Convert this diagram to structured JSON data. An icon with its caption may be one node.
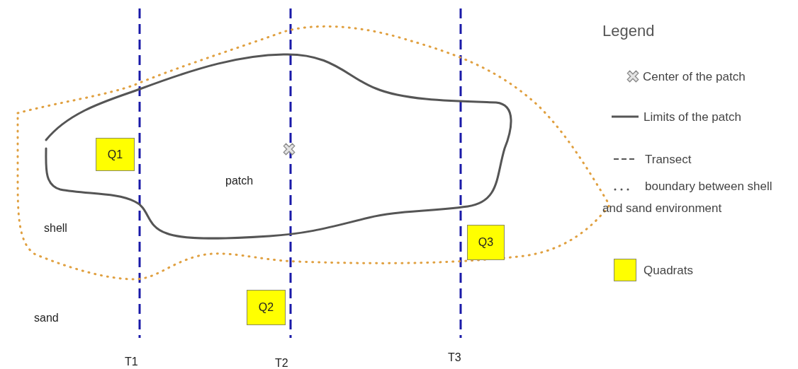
{
  "diagram": {
    "nodes": [
      {
        "text": [
          "Q1"
        ]
      },
      {
        "text": [
          "Q2"
        ]
      },
      {
        "text": [
          "Q3"
        ]
      }
    ],
    "labels": [
      "patch",
      "shell",
      "sand",
      "T1",
      "T2",
      "T3",
      "Legend"
    ],
    "legend": [
      {
        "text": "Center of the patch"
      },
      {
        "text": "Limits of the patch"
      },
      {
        "text": "Transect"
      },
      {
        "text": "boundary between shell and sand environment"
      },
      {
        "text": "Quadrats",
        "color": "#ffff00"
      }
    ]
  }
}
